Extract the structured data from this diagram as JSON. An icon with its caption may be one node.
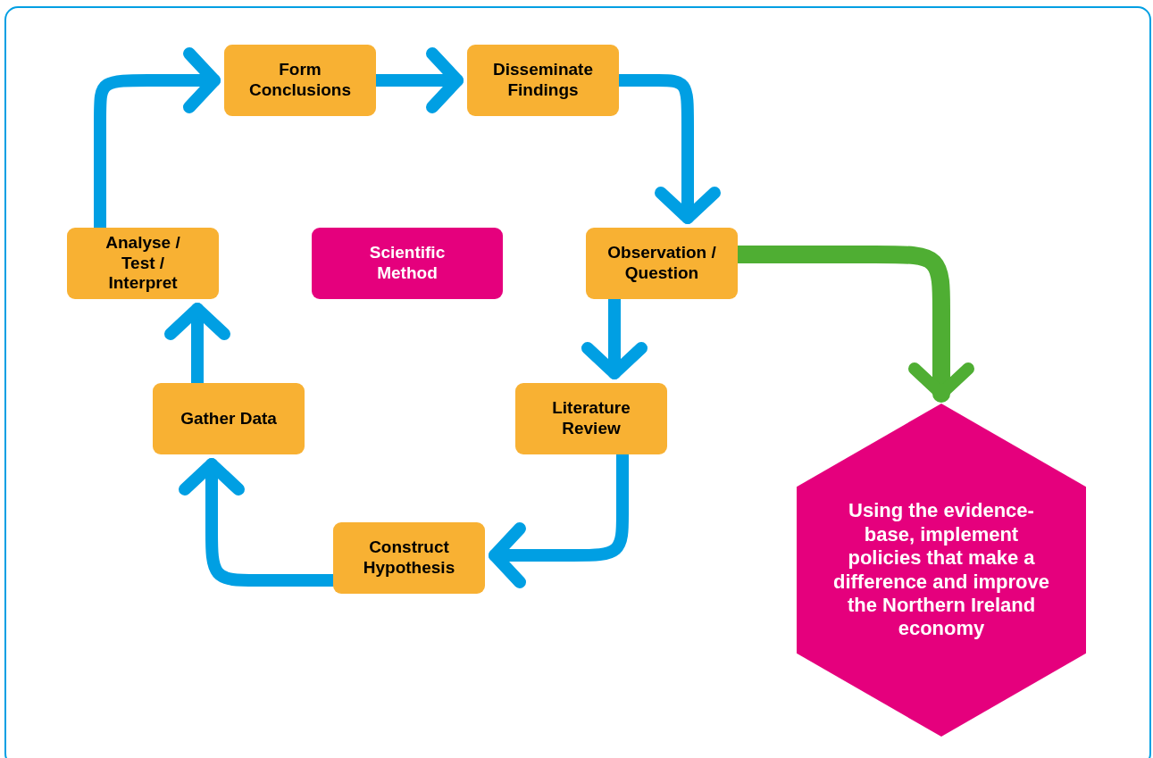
{
  "diagram": {
    "nodes": [
      {
        "text": [
          "Form Conclusions"
        ]
      },
      {
        "text": [
          "Disseminate Findings"
        ]
      },
      {
        "text": [
          "Observation / Question"
        ]
      },
      {
        "text": [
          "Literature Review"
        ]
      },
      {
        "text": [
          "Construct Hypothesis"
        ]
      },
      {
        "text": [
          "Gather Data"
        ]
      },
      {
        "text": [
          "Analyse / Test / Interpret"
        ]
      },
      {
        "text": [
          "Scientific Method"
        ]
      },
      {
        "text": [
          "Using the evidence-base, implement policies that make a difference and improve the Northern Ireland economy"
        ]
      }
    ],
    "edges": [
      {
        "from": 0,
        "to": 1,
        "arrow": "to"
      },
      {
        "from": 1,
        "to": 2,
        "arrow": "to"
      },
      {
        "from": 2,
        "to": 3,
        "arrow": "to"
      },
      {
        "from": 3,
        "to": 4,
        "arrow": "to"
      },
      {
        "from": 4,
        "to": 5,
        "arrow": "to"
      },
      {
        "from": 5,
        "to": 6,
        "arrow": "to"
      },
      {
        "from": 6,
        "to": 0,
        "arrow": "to"
      },
      {
        "from": 2,
        "to": 8,
        "arrow": "to",
        "color": "#4fae33"
      }
    ]
  }
}
